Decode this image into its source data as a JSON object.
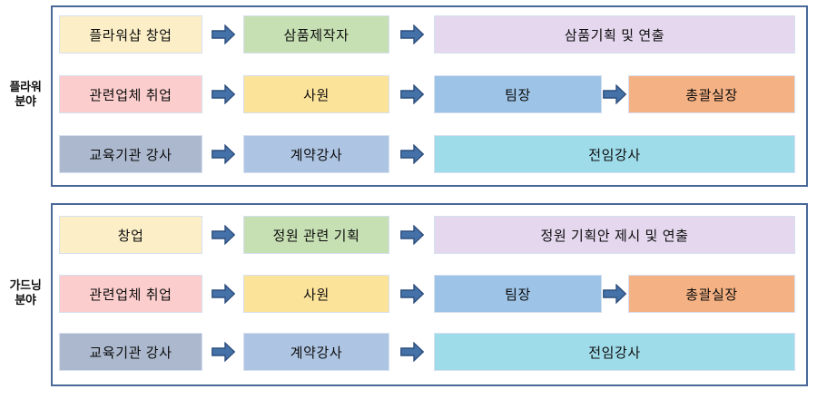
{
  "colors": {
    "panel_border": "#4a6898",
    "box_border": "#d6e0ef",
    "arrow_fill": "#4472a8",
    "arrow_stroke": "#2d4e7e",
    "cream": "#fcefc8",
    "pink": "#fbcdcd",
    "slate": "#abb8cd",
    "green": "#c6dfb3",
    "yellow": "#fce39a",
    "periwinkle": "#adc4e2",
    "lavender": "#e4d7ee",
    "steelblue": "#9dc3e6",
    "cyan": "#9fdcea",
    "orange": "#f4b183",
    "text": "#0d0d0d"
  },
  "sections": [
    {
      "id": "flower",
      "label_lines": [
        "플라워",
        "분야"
      ],
      "rows": [
        {
          "id": "flower-row-1",
          "stages": [
            {
              "label": "플라워샵 창업",
              "color": "#fcefc8"
            },
            {
              "label": "삼품제작자",
              "color": "#c6dfb3"
            },
            {
              "label": "삼품기획 및 연출",
              "color": "#e4d7ee"
            }
          ]
        },
        {
          "id": "flower-row-2",
          "stages": [
            {
              "label": "관련업체 취업",
              "color": "#fbcdcd"
            },
            {
              "label": "사원",
              "color": "#fce39a"
            },
            {
              "label": "팀장",
              "color": "#9dc3e6"
            },
            {
              "label": "총괄실장",
              "color": "#f4b183"
            }
          ]
        },
        {
          "id": "flower-row-3",
          "stages": [
            {
              "label": "교육기관 강사",
              "color": "#abb8cd"
            },
            {
              "label": "계약강사",
              "color": "#adc4e2"
            },
            {
              "label": "전임강사",
              "color": "#9fdcea"
            }
          ]
        }
      ]
    },
    {
      "id": "garden",
      "label_lines": [
        "가드닝",
        "분야"
      ],
      "rows": [
        {
          "id": "garden-row-1",
          "stages": [
            {
              "label": "창업",
              "color": "#fcefc8"
            },
            {
              "label": "정원 관련 기획",
              "color": "#c6dfb3"
            },
            {
              "label": "정원 기획안 제시 및 연출",
              "color": "#e4d7ee"
            }
          ]
        },
        {
          "id": "garden-row-2",
          "stages": [
            {
              "label": "관련업체 취업",
              "color": "#fbcdcd"
            },
            {
              "label": "사원",
              "color": "#fce39a"
            },
            {
              "label": "팀장",
              "color": "#9dc3e6"
            },
            {
              "label": "총괄실장",
              "color": "#f4b183"
            }
          ]
        },
        {
          "id": "garden-row-3",
          "stages": [
            {
              "label": "교육기관 강사",
              "color": "#abb8cd"
            },
            {
              "label": "계약강사",
              "color": "#adc4e2"
            },
            {
              "label": "전임강사",
              "color": "#9fdcea"
            }
          ]
        }
      ]
    }
  ]
}
